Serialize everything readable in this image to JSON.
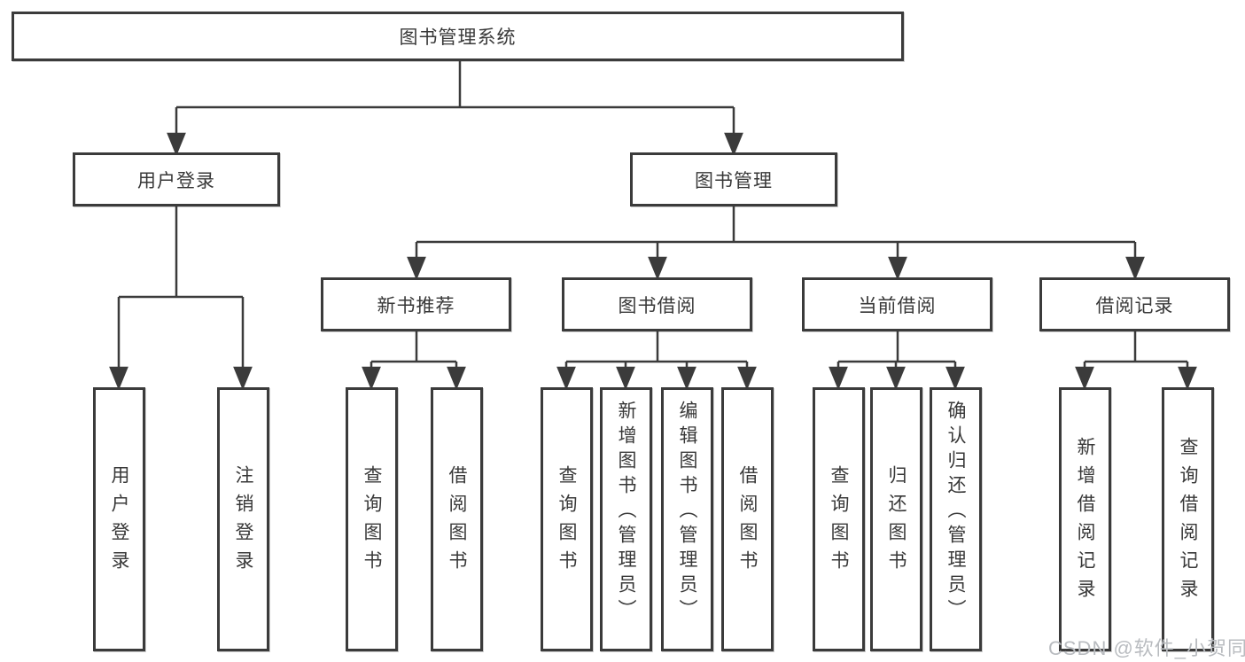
{
  "diagram": {
    "root": {
      "label": "图书管理系统"
    },
    "level2": [
      {
        "label": "用户登录"
      },
      {
        "label": "图书管理"
      }
    ],
    "level3": [
      {
        "label": "新书推荐"
      },
      {
        "label": "图书借阅"
      },
      {
        "label": "当前借阅"
      },
      {
        "label": "借阅记录"
      }
    ],
    "leaves": {
      "user": [
        "用户登录",
        "注销登录"
      ],
      "recommend": [
        "查询图书",
        "借阅图书"
      ],
      "borrow": [
        "查询图书",
        "新增图书（管理员）",
        "编辑图书（管理员）",
        "借阅图书"
      ],
      "current": [
        "查询图书",
        "归还图书",
        "确认归还（管理员）"
      ],
      "records": [
        "新增借阅记录",
        "查询借阅记录"
      ]
    }
  },
  "watermark": "CSDN @软件_小贺同学",
  "colors": {
    "line": "#3b3b3b",
    "box_border": "#3b3b3b",
    "box_fill": "#ffffff",
    "text": "#383838",
    "watermark": "#b9bcc0",
    "background": "#ffffff"
  }
}
